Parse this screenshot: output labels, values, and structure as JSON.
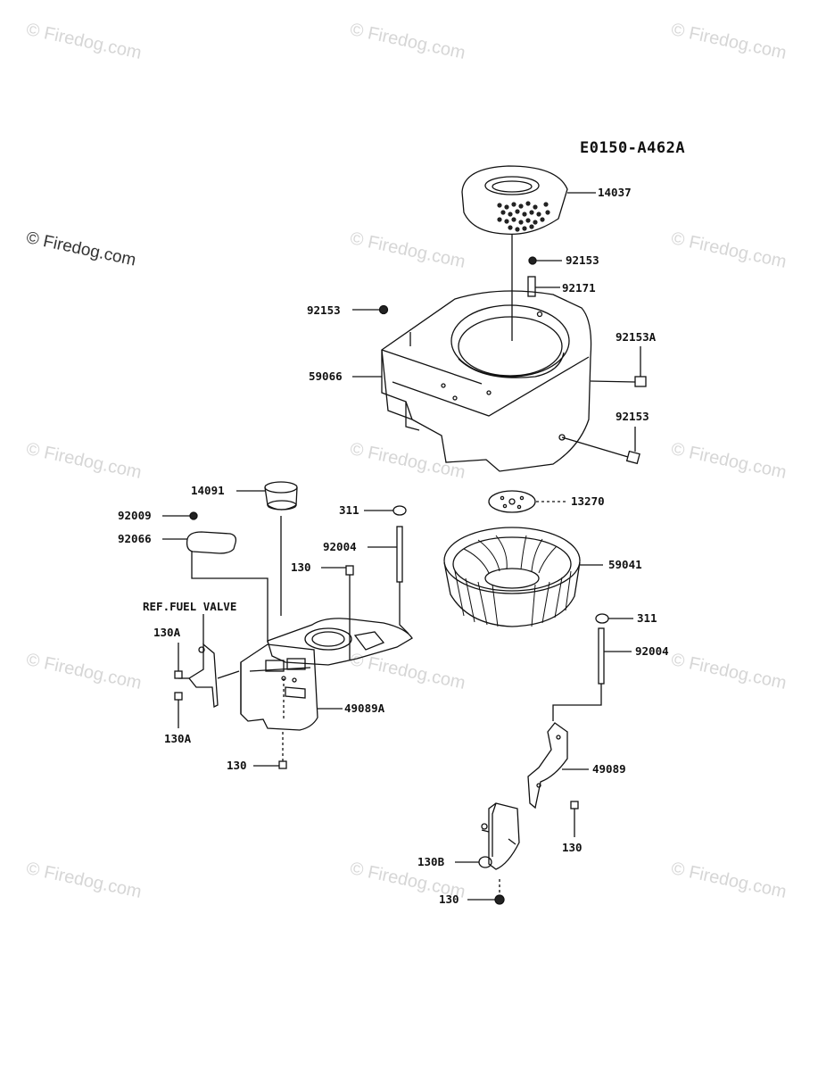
{
  "diagram_code": "E0150-A462A",
  "watermark_text": "© Firedog.com",
  "reference_note": "REF.FUEL VALVE",
  "part_labels": {
    "p14037": "14037",
    "p92153_a": "92153",
    "p92171": "92171",
    "p92153_b": "92153",
    "p92153A": "92153A",
    "p59066": "59066",
    "p92153_c": "92153",
    "p13270": "13270",
    "p14091": "14091",
    "p92009": "92009",
    "p92066": "92066",
    "p311_a": "311",
    "p92004_a": "92004",
    "p130_a": "130",
    "p59041": "59041",
    "p311_b": "311",
    "p92004_b": "92004",
    "p130A_a": "130A",
    "p49089A": "49089A",
    "p130A_b": "130A",
    "p130_b": "130",
    "p49089": "49089",
    "p130_c": "130",
    "p130B": "130B",
    "p130_d": "130"
  },
  "colors": {
    "line": "#111111",
    "watermark": "#d6d6d6"
  }
}
